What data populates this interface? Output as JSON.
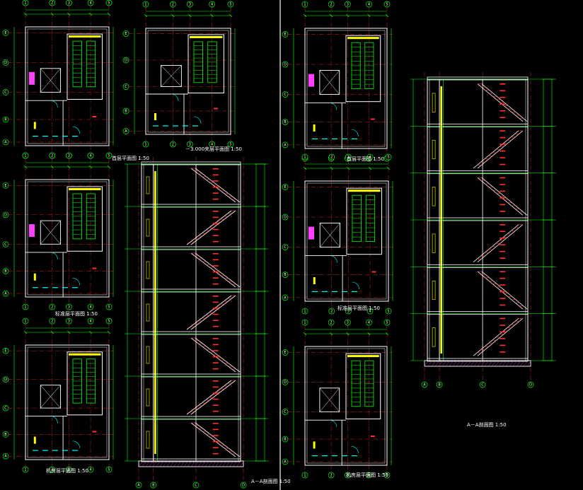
{
  "drawing": {
    "background": "#000000",
    "colors": {
      "wall": "#ffffff",
      "dimension": "#00ff00",
      "grid": "#ff3030",
      "stair": "#00ffff",
      "accent": "#ffff00",
      "fixture": "#ff40ff"
    }
  },
  "left_sheet": {
    "plan_titles": {
      "negative_level": "－3.000夹层平面图 1:50",
      "typical": "标准层平面图 1:50",
      "section": "A－A剖面图 1:50",
      "top_left_mark": "首层平面图 1:50",
      "bottom_mark": "机房层平面图 1:50"
    }
  },
  "right_sheet": {
    "plan_titles": {
      "top": "首层平面图 1:50",
      "typical": "标准层平面图 1:50",
      "bottom": "机房层平面图 1:50",
      "section": "A－A剖面图 1:50"
    }
  },
  "axis_bubbles": {
    "rows": [
      "A",
      "B",
      "C",
      "D",
      "E"
    ],
    "cols": [
      "1",
      "2",
      "3",
      "4",
      "5"
    ]
  }
}
